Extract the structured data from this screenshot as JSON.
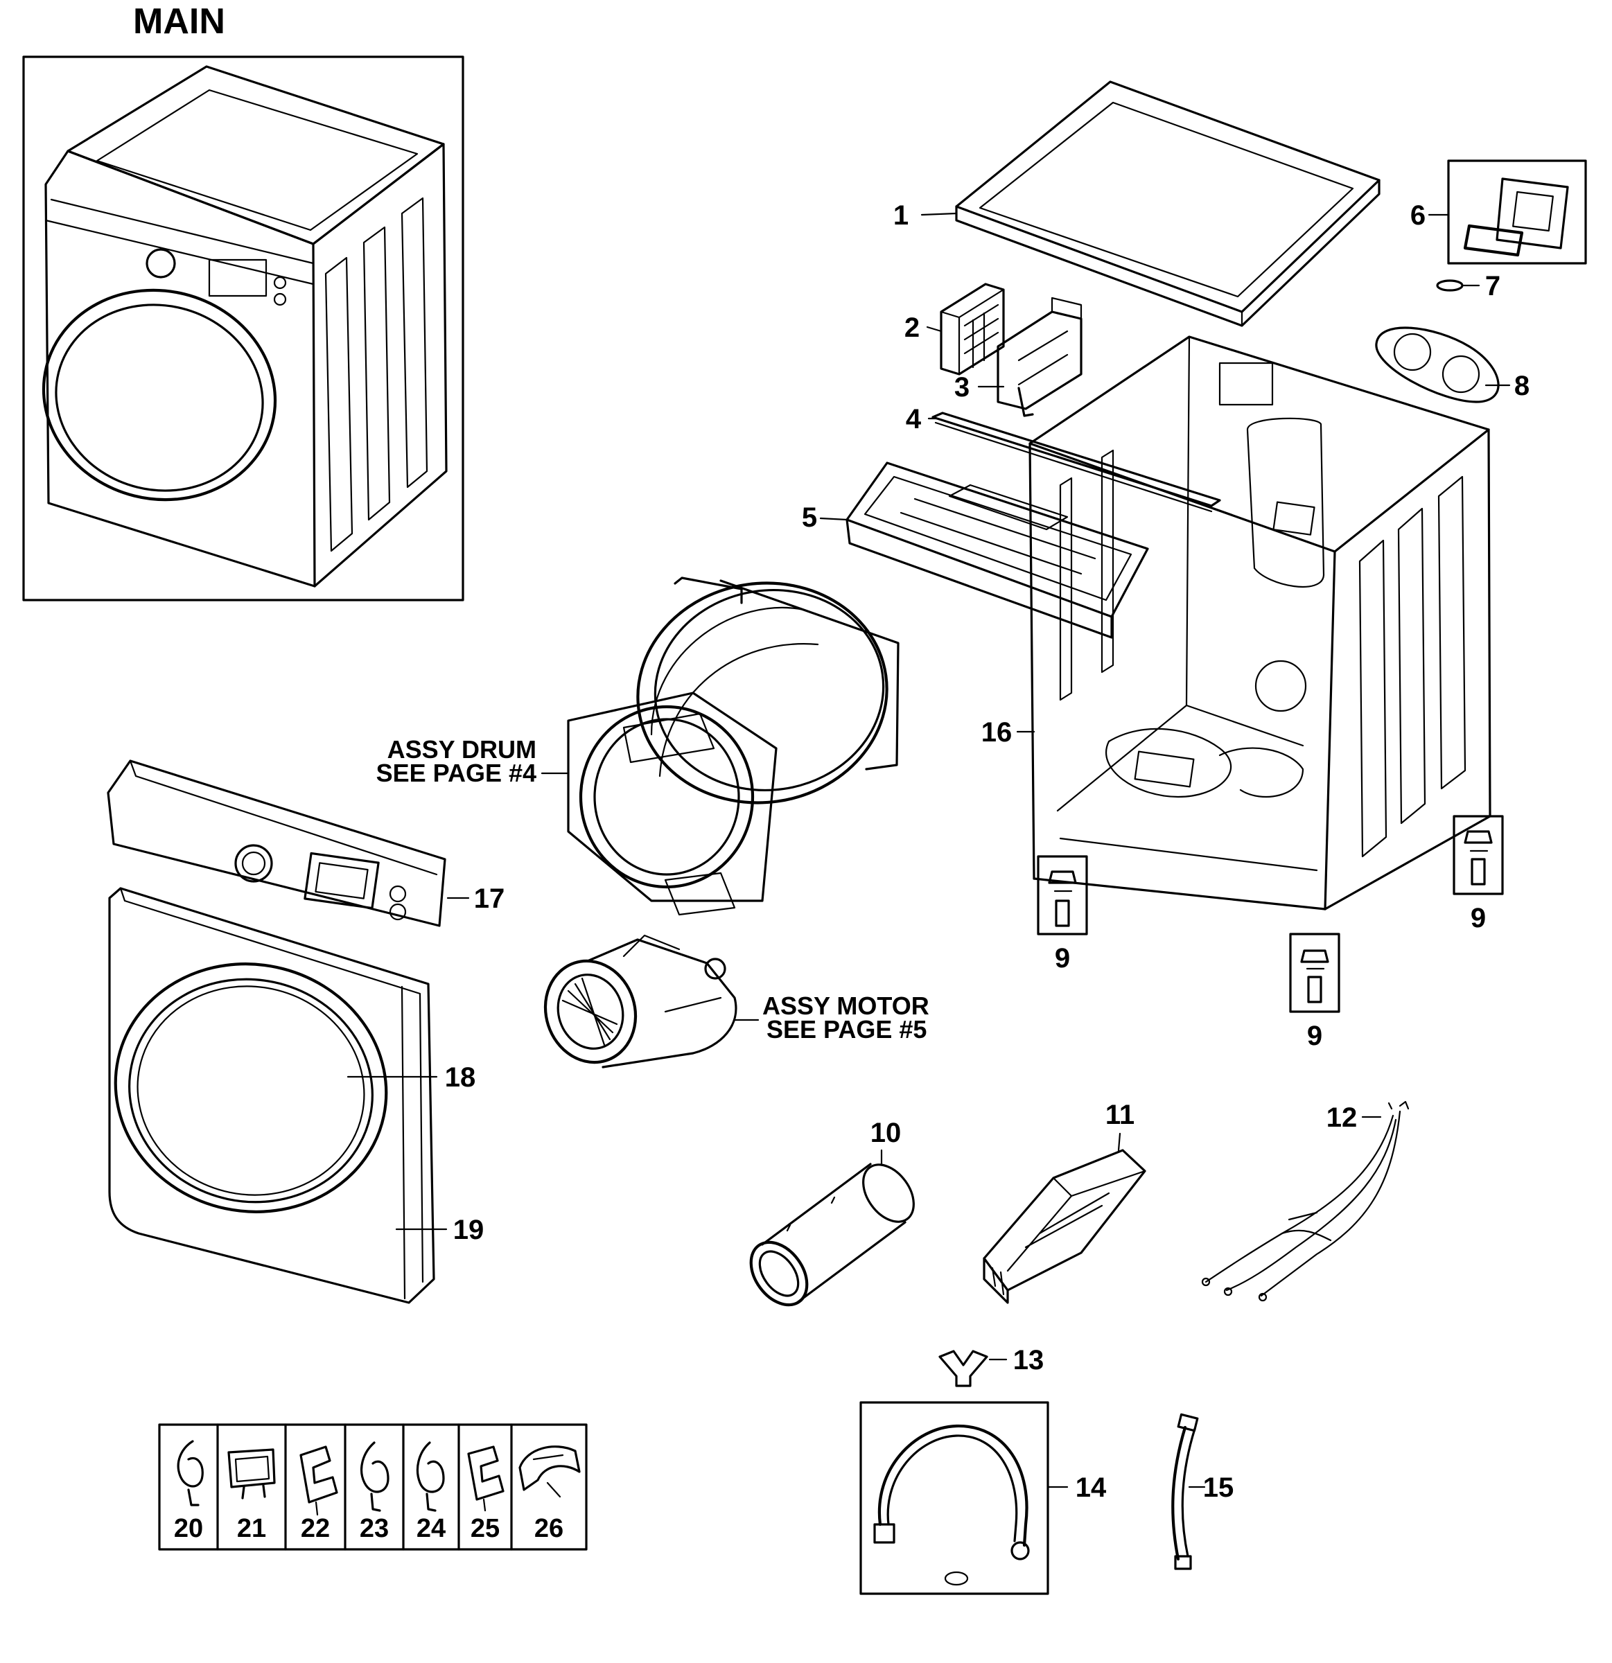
{
  "title": "MAIN",
  "callouts": {
    "c1": "1",
    "c2": "2",
    "c3": "3",
    "c4": "4",
    "c5": "5",
    "c6": "6",
    "c7": "7",
    "c8": "8",
    "c9a": "9",
    "c9b": "9",
    "c9c": "9",
    "c10": "10",
    "c11": "11",
    "c12": "12",
    "c13": "13",
    "c14": "14",
    "c15": "15",
    "c16": "16",
    "c17": "17",
    "c18": "18",
    "c19": "19",
    "c20": "20",
    "c21": "21",
    "c22": "22",
    "c23": "23",
    "c24": "24",
    "c25": "25",
    "c26": "26"
  },
  "notes": {
    "drum_line1": "ASSY DRUM",
    "drum_line2": "SEE PAGE #4",
    "motor_line1": "ASSY MOTOR",
    "motor_line2": "SEE PAGE #5"
  }
}
